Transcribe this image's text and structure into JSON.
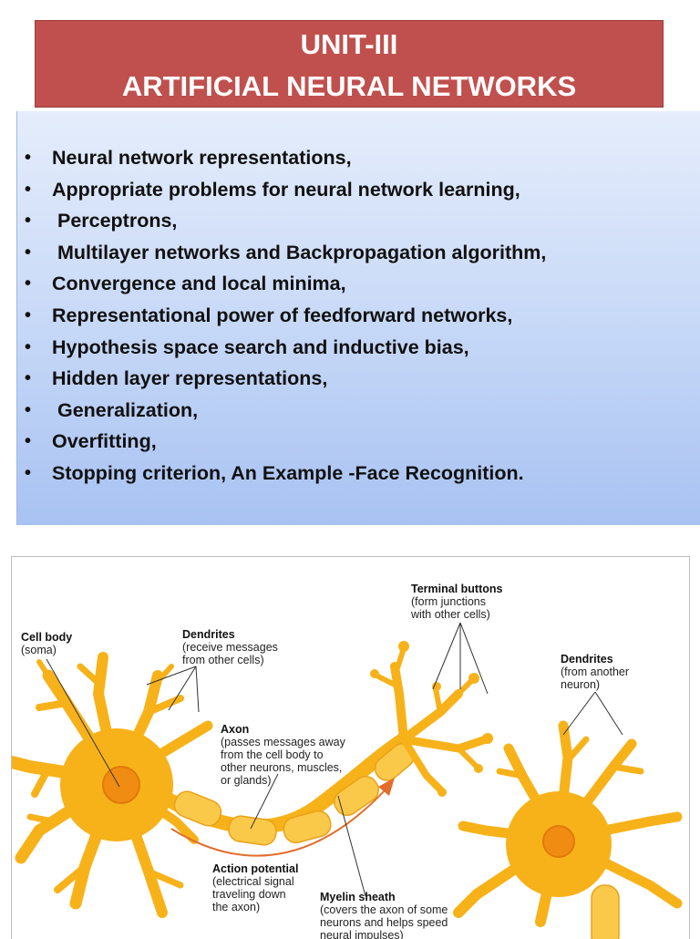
{
  "slide": {
    "title_line1": "UNIT-III",
    "title_line2": "ARTIFICIAL NEURAL NETWORKS",
    "title_bg_color": "#c0504d",
    "topics": [
      "Neural network representations,",
      "Appropriate problems for neural network learning,",
      " Perceptrons,",
      " Multilayer networks and Backpropagation algorithm,",
      "Convergence and local minima,",
      "Representational power of feedforward networks,",
      "Hypothesis space search and inductive bias,",
      "Hidden layer representations,",
      " Generalization,",
      "Overfitting,",
      "Stopping criterion, An Example -Face Recognition."
    ],
    "bullet_char": "•"
  },
  "diagram": {
    "neuron_color": "#f7b21a",
    "nucleus_color": "#f08c12",
    "arrow_color": "#e36c2a",
    "labels": {
      "cell_body_title": "Cell body",
      "cell_body_desc": "(soma)",
      "dendrites_title": "Dendrites",
      "dendrites_desc1": "(receive messages",
      "dendrites_desc2": "from other cells)",
      "terminal_title": "Terminal buttons",
      "terminal_desc1": "(form junctions",
      "terminal_desc2": "with other cells)",
      "dendrites2_title": "Dendrites",
      "dendrites2_desc1": "(from another",
      "dendrites2_desc2": "neuron)",
      "axon_title": "Axon",
      "axon_desc1": "(passes messages away",
      "axon_desc2": "from the cell body to",
      "axon_desc3": "other neurons, muscles,",
      "axon_desc4": "or glands)",
      "action_title": "Action potential",
      "action_desc1": "(electrical signal",
      "action_desc2": "traveling down",
      "action_desc3": "the axon)",
      "myelin_title": "Myelin sheath",
      "myelin_desc1": "(covers the axon of some",
      "myelin_desc2": "neurons and helps speed",
      "myelin_desc3": "neural impulses)"
    }
  }
}
